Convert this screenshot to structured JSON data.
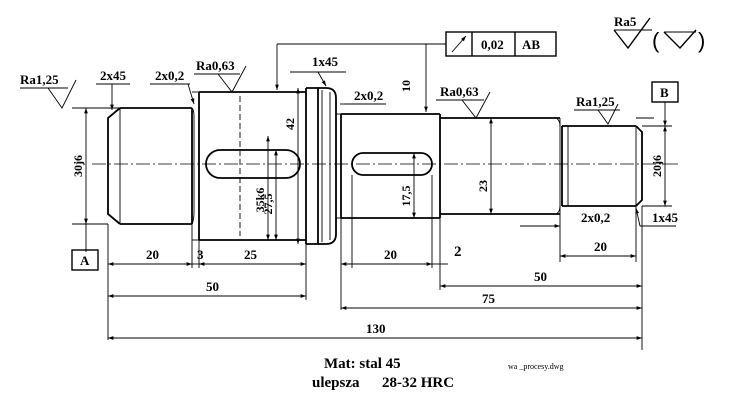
{
  "drawing": {
    "roughness": {
      "left_end": "Ra1,25",
      "keyway_section": "Ra0,63",
      "middle_section": "Ra0,63",
      "right_end": "Ra1,25",
      "general": "Ra5",
      "general_bracket_open": "(",
      "general_bracket_close": ")"
    },
    "tolerance_frame": {
      "value": "0,02",
      "datum": "AB"
    },
    "datums": {
      "left": "A",
      "right": "B"
    },
    "chamfers": {
      "left_end": "2x45",
      "collar_right": "1x45",
      "right_end": "1x45"
    },
    "grooves": {
      "left": "2x0,2",
      "middle": "2x0,2",
      "right": "2x0,2"
    },
    "diameters": {
      "left_end": "30j6",
      "keyway_section": "35k6",
      "keyway_depth": "27,5",
      "collar": "42",
      "middle_keyway_depth": "17,5",
      "middle_section": "23",
      "right_end": "20j6",
      "keyway_width": "10"
    },
    "lengths": {
      "left_end": "20",
      "shoulder": "3",
      "keyway": "25",
      "middle_keyway": "20",
      "groove_gap": "2",
      "right_end": "20",
      "left_total": "50",
      "right_section": "50",
      "right_total": "75",
      "overall": "130"
    },
    "notes": {
      "material": "Mat: stal 45",
      "treatment_label": "ulepsza",
      "hardness": "28-32 HRC",
      "filename": "wa _procesy.dwg"
    }
  }
}
